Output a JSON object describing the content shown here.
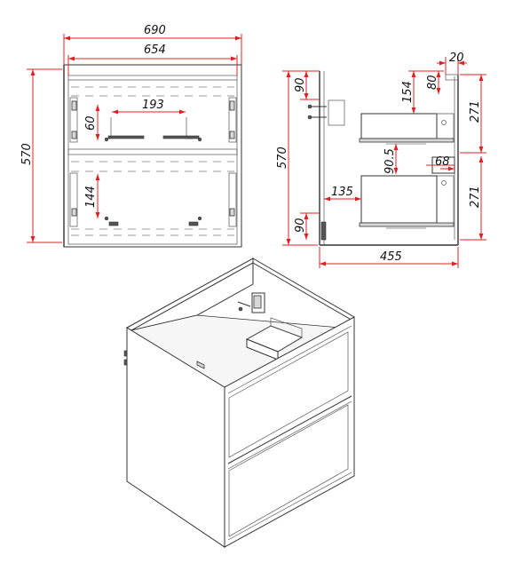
{
  "dimensions": {
    "overall_width": "690",
    "inner_width": "654",
    "height": "570",
    "rail_spacing": "193",
    "upper_offset": "60",
    "lower_offset": "144",
    "side_top": "90",
    "side_height": "570",
    "side_154": "154",
    "side_80": "80",
    "side_20": "20",
    "side_271_upper": "271",
    "side_271_lower": "271",
    "side_90_5": "90.5",
    "side_68": "68",
    "side_135": "135",
    "side_90_bottom": "90",
    "depth": "455"
  },
  "colors": {
    "dimension_line": "#e02020",
    "outline": "#333333",
    "text": "#111111"
  }
}
